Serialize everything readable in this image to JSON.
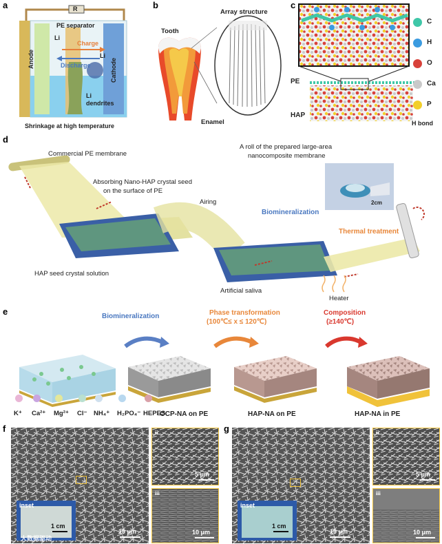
{
  "panel_a": {
    "letter": "a",
    "resistor": "R",
    "separator": "PE separator",
    "li_left": "Li",
    "li_right": "Li",
    "charge": "Charge",
    "discharge": "Discharge",
    "anode": "Anode",
    "cathode": "Cathode",
    "dendrites_1": "Li",
    "dendrites_2": "dendrites",
    "caption": "Shrinkage at high temperature"
  },
  "panel_b": {
    "letter": "b",
    "array": "Array structure",
    "tooth": "Tooth",
    "enamel": "Enamel"
  },
  "panel_c": {
    "letter": "c",
    "pe": "PE",
    "hap": "HAP",
    "legend": [
      {
        "label": "C",
        "color": "#3fc7a8"
      },
      {
        "label": "H",
        "color": "#3b9be0"
      },
      {
        "label": "O",
        "color": "#d8413a"
      },
      {
        "label": "Ca",
        "color": "#c9c9c9"
      },
      {
        "label": "P",
        "color": "#f2cf2a"
      }
    ],
    "hbond": "H bond"
  },
  "panel_d": {
    "letter": "d",
    "commercial": "Commercial  PE membrane",
    "roll_1": "A roll of the prepared large-area",
    "roll_2": "nanocomposite membrane",
    "scale": "2cm",
    "absorbing_1": "Absorbing Nano-HAP crystal seed",
    "absorbing_2": "on the surface of PE",
    "airing": "Airing",
    "biomineralization": "Biomineralization",
    "thermal": "Thermal treatment",
    "seed_solution": "HAP seed crystal solution",
    "saliva": "Artificial saliva",
    "heater": "Heater"
  },
  "panel_e": {
    "letter": "e",
    "step1": "Biomineralization",
    "step2": "Phase transformation",
    "step2_cond": "(100℃≤ x ≤ 120℃)",
    "step3": "Composition",
    "step3_cond": "(≥140℃)",
    "ions": [
      {
        "label": "K⁺",
        "color": "#e9b6d6"
      },
      {
        "label": "Ca²⁺",
        "color": "#c9a5e0"
      },
      {
        "label": "Mg²⁺",
        "color": "#e4e79a"
      },
      {
        "label": "Cl⁻",
        "color": "#b9e0d0"
      },
      {
        "label": "NH₄⁺",
        "color": "#cfe0ee"
      },
      {
        "label": "H₂PO₄⁻",
        "color": "#b8d8ef"
      },
      {
        "label": "HEPES",
        "color": "#d9a0a8"
      }
    ],
    "ocp": "OCP-NA on PE",
    "hap_on": "HAP-NA on PE",
    "hap_in": "HAP-NA in PE"
  },
  "panel_f": {
    "letter": "f",
    "inset": "inset",
    "inset_scale": "1 cm",
    "main_scale": "10 μm",
    "ii": "ii",
    "ii_scale": "5 μm",
    "iii": "iii",
    "iii_scale": "10 μm",
    "watermark": "大数据驱动"
  },
  "panel_g": {
    "letter": "g",
    "inset": "inset",
    "inset_scale": "1 cm",
    "main_scale": "10 μm",
    "ii": "ii",
    "ii_scale": "5 μm",
    "iii": "iii",
    "iii_scale": "10 μm"
  }
}
